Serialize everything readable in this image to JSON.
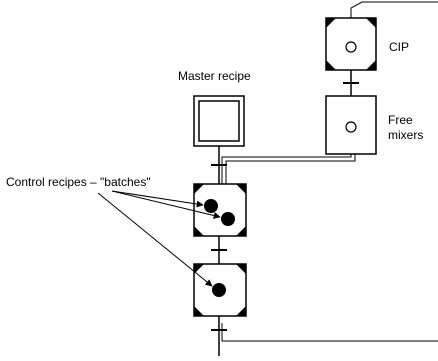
{
  "labels": {
    "cip": "CIP",
    "master_recipe": "Master recipe",
    "free_mixers_line1": "Free",
    "free_mixers_line2": "mixers",
    "control_recipes": "Control recipes – \"batches\""
  },
  "colors": {
    "ink": "#000000",
    "background": "#ffffff"
  },
  "icons": {
    "empty_token": "open-circle",
    "batch_token": "filled-circle",
    "step_corner": "black-triangle"
  }
}
